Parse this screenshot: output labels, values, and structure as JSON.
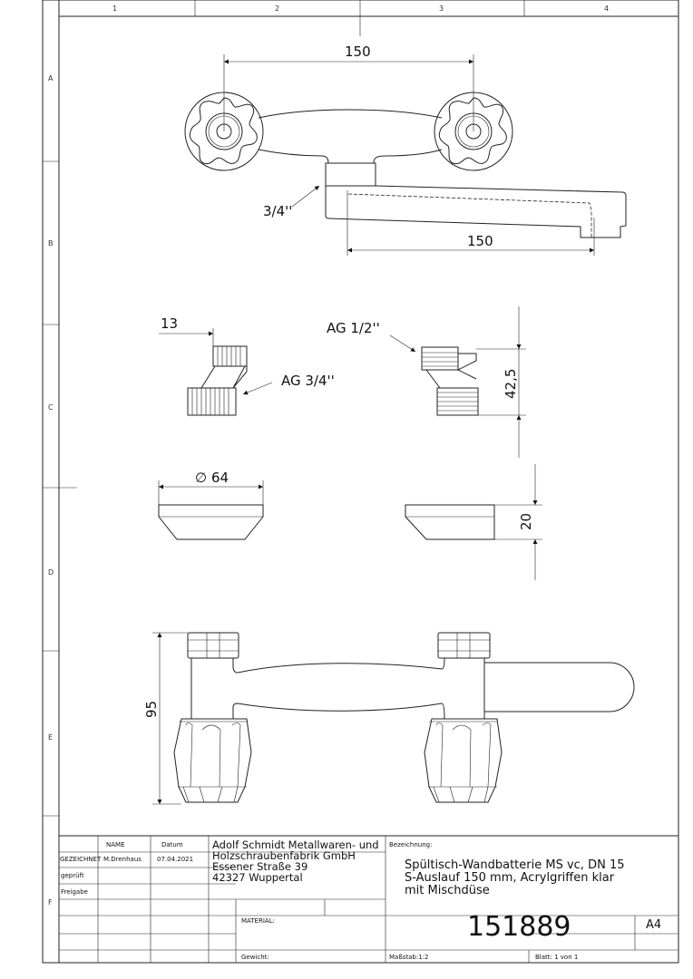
{
  "frame": {
    "columns": [
      "1",
      "2",
      "3",
      "4"
    ],
    "rows": [
      "A",
      "B",
      "C",
      "D",
      "E",
      "F"
    ]
  },
  "dimensions": {
    "top_spacing": "150",
    "spout_length": "150",
    "thread_main": "3/4''",
    "fitting_width": "13",
    "fitting_thread_large": "AG 3/4''",
    "fitting_thread_small": "AG 1/2''",
    "fitting_height": "42,5",
    "rosette_diameter_symbol": "∅",
    "rosette_diameter": "64",
    "rosette_height": "20",
    "total_height": "95"
  },
  "title_block": {
    "name_header": "NAME",
    "date_header": "Datum",
    "rows": [
      {
        "label": "GEZEICHNET",
        "name": "M.Drenhaus",
        "date": "07.04.2021"
      },
      {
        "label": "geprüft",
        "name": "",
        "date": ""
      },
      {
        "label": "Freigabe",
        "name": "",
        "date": ""
      }
    ],
    "company_lines": [
      "Adolf Schmidt Metallwaren- und",
      "Holzschraubenfabrik GmbH",
      "Essener Straße 39",
      "42327 Wuppertal"
    ],
    "designation_label": "Bezeichnung:",
    "designation_lines": [
      "Spültisch-Wandbatterie MS vc, DN 15",
      "S-Auslauf 150 mm, Acrylgriffen klar",
      "mit Mischdüse"
    ],
    "material_label": "MATERIAL:",
    "drawing_number": "151889",
    "paper_format": "A4",
    "weight_label": "Gewicht:",
    "scale_label": "Maßstab:1:2",
    "sheet_label": "Blatt: 1 von 1"
  }
}
